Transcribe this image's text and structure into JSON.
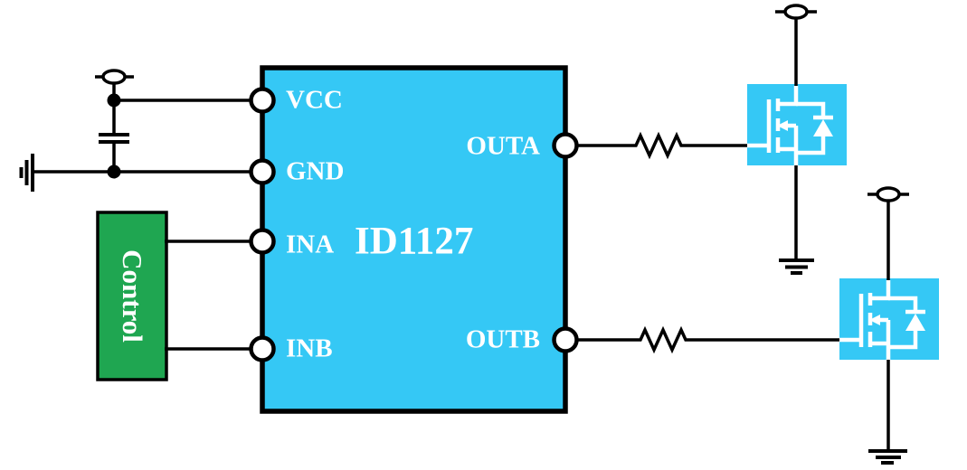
{
  "ic": {
    "part_number": "ID1127",
    "pins": {
      "vcc": "VCC",
      "gnd": "GND",
      "ina": "INA",
      "inb": "INB",
      "outa": "OUTA",
      "outb": "OUTB"
    }
  },
  "control": {
    "label": "Control"
  },
  "colors": {
    "ic_fill": "#35C8F5",
    "mosfet_fill": "#35C8F5",
    "control_fill": "#1FA651",
    "wire": "#000000",
    "symbol": "#FFFFFF"
  }
}
